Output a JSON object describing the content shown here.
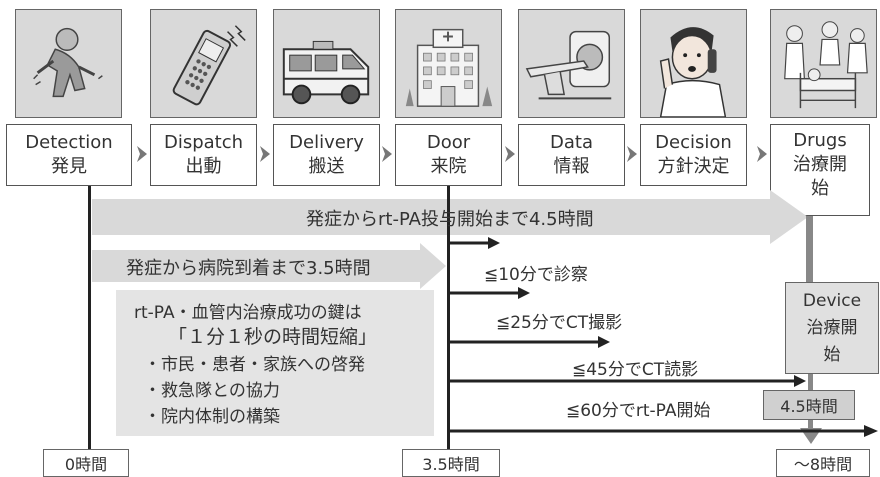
{
  "steps": [
    {
      "en": "Detection",
      "ja": "発見",
      "icon": "collapsing-person-icon"
    },
    {
      "en": "Dispatch",
      "ja": "出動",
      "icon": "mobile-phone-icon"
    },
    {
      "en": "Delivery",
      "ja": "搬送",
      "icon": "ambulance-icon"
    },
    {
      "en": "Door",
      "ja": "来院",
      "icon": "hospital-icon"
    },
    {
      "en": "Data",
      "ja": "情報",
      "icon": "ct-scanner-icon"
    },
    {
      "en": "Decision",
      "ja": "方針決定",
      "icon": "doctor-on-phone-icon"
    },
    {
      "en": "Drugs",
      "ja": [
        "治療開",
        "始"
      ],
      "icon": "hospital-bed-icon"
    }
  ],
  "bands": {
    "total": "発症からrt-PA投与開始まで4.5時間",
    "to_hospital": "発症から病院到着まで3.5時間"
  },
  "goals": [
    "≦10分で診察",
    "≦25分でCT撮影",
    "≦45分でCT読影",
    "≦60分でrt-PA開始"
  ],
  "key": {
    "line1": "rt-PA・血管内治療成功の鍵は",
    "line2": "「１分１秒の時間短縮」",
    "bullets": [
      "・市民・患者・家族への啓発",
      "・救急隊との協力",
      "・院内体制の構築"
    ]
  },
  "device": {
    "en": "Device",
    "ja": [
      "治療開",
      "始"
    ]
  },
  "times": {
    "t0": "0時間",
    "t35": "3.5時間",
    "t45": "4.5時間",
    "t8": "〜8時間"
  },
  "colors": {
    "band": "#d9d9d9",
    "arrow": "#222222",
    "frame": "#666666"
  }
}
